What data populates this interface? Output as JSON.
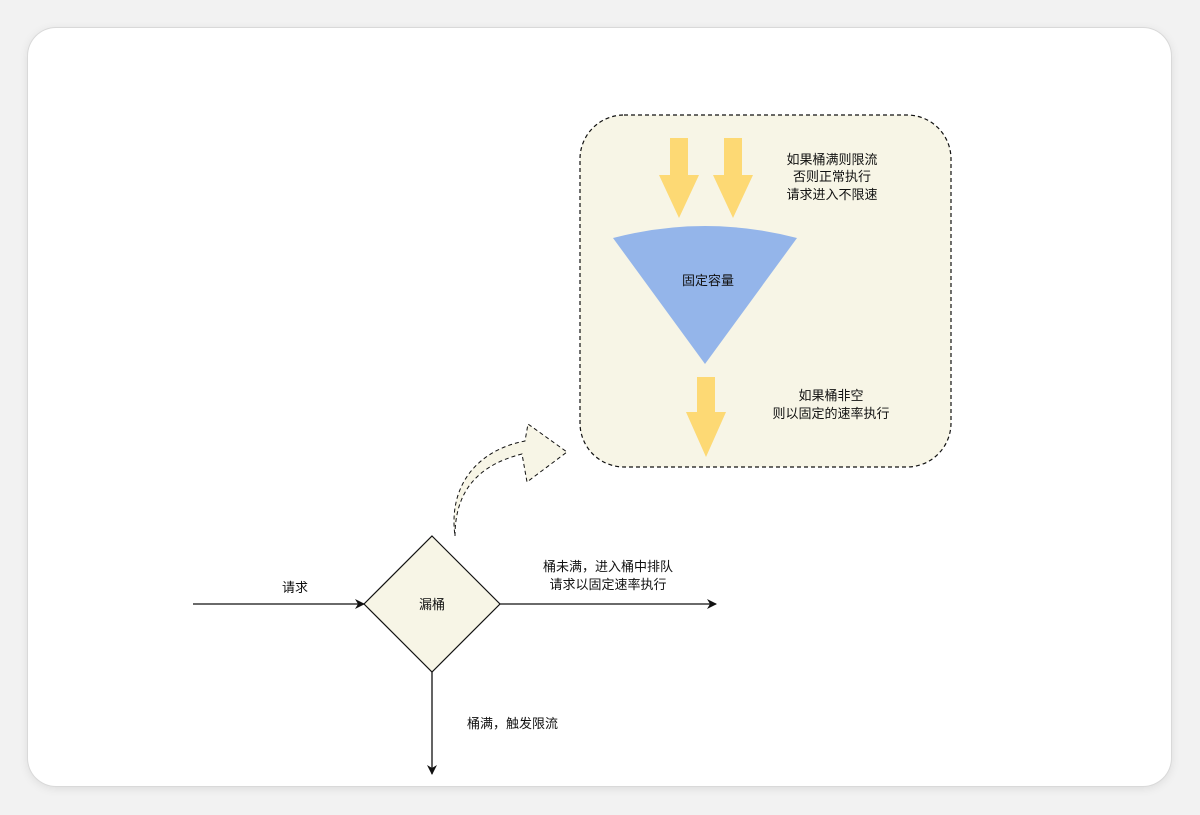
{
  "labels": {
    "request": "请求",
    "leaky_bucket": "漏桶",
    "not_full_line1": "桶未满，进入桶中排队",
    "not_full_line2": "请求以固定速率执行",
    "full": "桶满，触发限流",
    "capacity": "固定容量",
    "top_note_line1": "如果桶满则限流",
    "top_note_line2": "否则正常执行",
    "top_note_line3": "请求进入不限速",
    "bottom_note_line1": "如果桶非空",
    "bottom_note_line2": "则以固定的速率执行"
  },
  "colors": {
    "detail_panel_fill": "#f7f5e6",
    "diamond_fill": "#f7f5e6",
    "funnel_fill": "#94b5ea",
    "arrow_fill": "#fdd974",
    "stroke": "#111111"
  }
}
